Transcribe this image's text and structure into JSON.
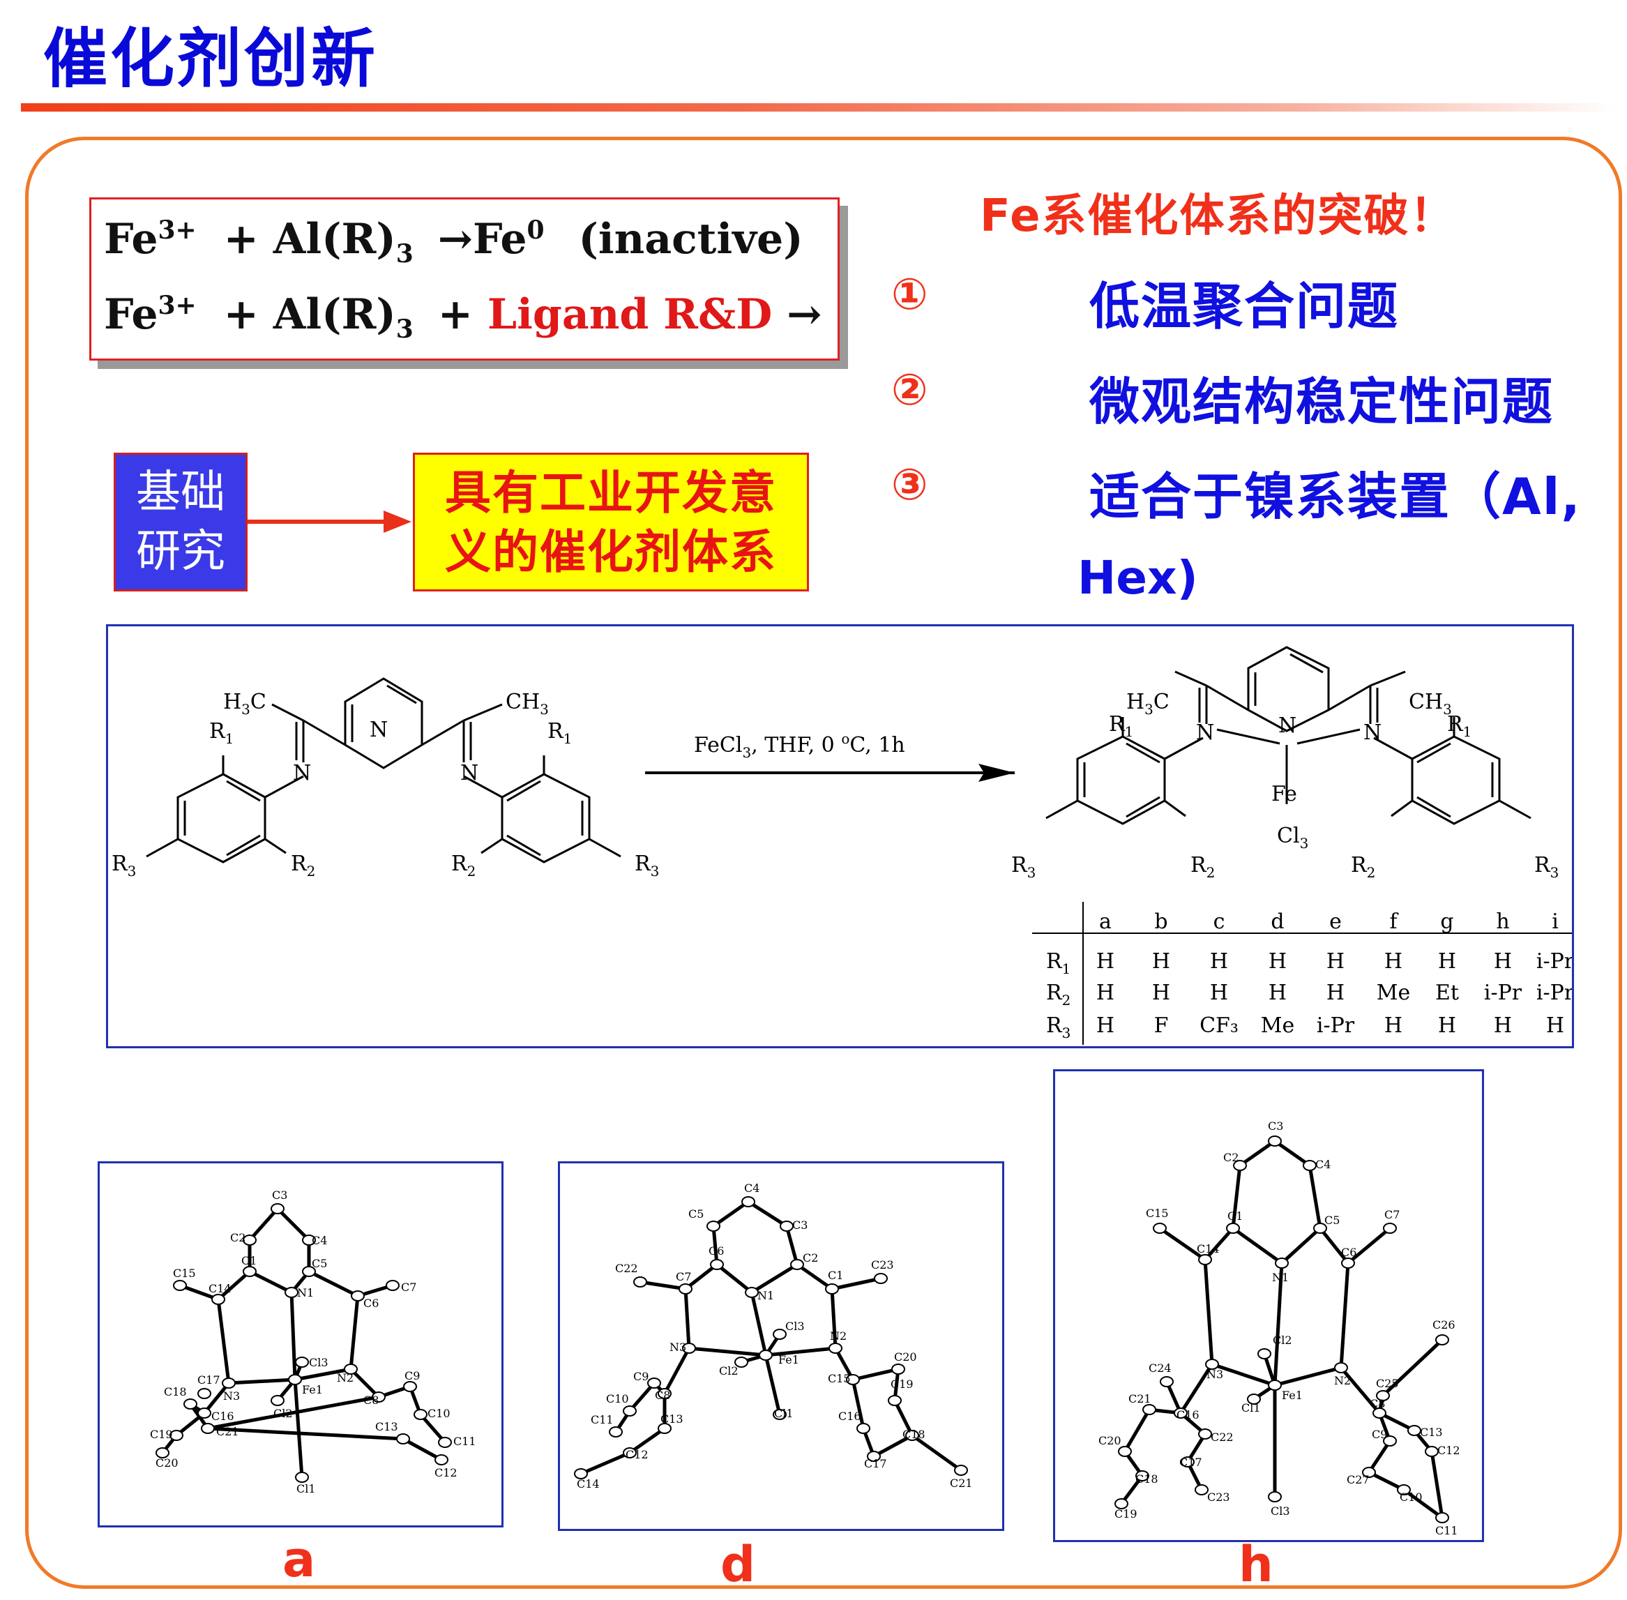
{
  "title": "催化剂创新",
  "equations": {
    "eq1": {
      "left": "Fe",
      "sup": "3+",
      "plus": "+ Al(R)",
      "sub": "3",
      "arrow": "→",
      "product": "Fe",
      "product_sup": "0",
      "state": "(inactive)"
    },
    "eq2": {
      "left": "Fe",
      "sup": "3+",
      "plus": "+ Al(R)",
      "sub": "3",
      "plus2": "+",
      "ligand": "Ligand R&D",
      "arrow": "→"
    }
  },
  "basic_research": {
    "line1": "基础",
    "line2": "研究"
  },
  "industry": {
    "line1": "具有工业开发意",
    "line2": "义的催化剂体系"
  },
  "breakthrough": {
    "title": "Fe系催化体系的突破！",
    "items": [
      {
        "num": "①",
        "text": "低温聚合问题"
      },
      {
        "num": "②",
        "text": "微观结构稳定性问题"
      },
      {
        "num": "③",
        "text": "适合于镍系装置（Al,"
      }
    ],
    "item3_cont": "Hex)"
  },
  "scheme": {
    "reagent": "FeCl",
    "reagent_sub": "3",
    "reagent_rest": ", THF, 0 ",
    "reagent_deg": "o",
    "reagent_end": "C, 1h",
    "labels": {
      "h3c": "H",
      "h3c_sub": "3",
      "h3c_c": "C",
      "ch3": "CH",
      "ch3_sub": "3",
      "r1": "R",
      "r1_sub": "1",
      "r2": "R",
      "r2_sub": "2",
      "r3": "R",
      "r3_sub": "3",
      "n": "N",
      "fe": "Fe",
      "cl3": "Cl",
      "cl3_sub": "3"
    },
    "table": {
      "columns": [
        "a",
        "b",
        "c",
        "d",
        "e",
        "f",
        "g",
        "h",
        "i"
      ],
      "rows": [
        {
          "label": "R",
          "sub": "1",
          "values": [
            "H",
            "H",
            "H",
            "H",
            "H",
            "H",
            "H",
            "H",
            "i-Pr"
          ]
        },
        {
          "label": "R",
          "sub": "2",
          "values": [
            "H",
            "H",
            "H",
            "H",
            "H",
            "Me",
            "Et",
            "i-Pr",
            "i-Pr"
          ]
        },
        {
          "label": "R",
          "sub": "3",
          "values": [
            "H",
            "F",
            "CF₃",
            "Me",
            "i-Pr",
            "H",
            "H",
            "H",
            "H"
          ]
        }
      ]
    }
  },
  "crystals": [
    {
      "label": "a",
      "atoms": [
        "C3",
        "C2",
        "C4",
        "C1",
        "C5",
        "C15",
        "C14",
        "N1",
        "C6",
        "C7",
        "Cl3",
        "C17",
        "N3",
        "N2",
        "C9",
        "C18",
        "C16",
        "Fe1",
        "C8",
        "C10",
        "Cl2",
        "C19",
        "C21",
        "C13",
        "C11",
        "C20",
        "Cl1",
        "C12"
      ]
    },
    {
      "label": "d",
      "atoms": [
        "C4",
        "C5",
        "C3",
        "C22",
        "C6",
        "C2",
        "C23",
        "C7",
        "N1",
        "C1",
        "Cl3",
        "N3",
        "N2",
        "C9",
        "Fe1",
        "C20",
        "C8",
        "C15",
        "C10",
        "Cl2",
        "C19",
        "C13",
        "C11",
        "C16",
        "C18",
        "Cl1",
        "C12",
        "C17",
        "C14",
        "C21"
      ]
    },
    {
      "label": "h",
      "atoms": [
        "C3",
        "C2",
        "C4",
        "C15",
        "C1",
        "C5",
        "C7",
        "C14",
        "C6",
        "N1",
        "C26",
        "Cl2",
        "C24",
        "N3",
        "N2",
        "C25",
        "C21",
        "C16",
        "Fe1",
        "C8",
        "C22",
        "Cl1",
        "C9",
        "C13",
        "C20",
        "C17",
        "C12",
        "C18",
        "C23",
        "C27",
        "C10",
        "C19",
        "Cl3",
        "C11"
      ]
    }
  ]
}
